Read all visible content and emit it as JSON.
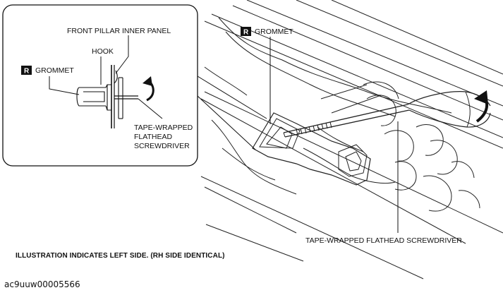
{
  "inset": {
    "front_pillar_label": "FRONT PILLAR INNER PANEL",
    "hook_label": "HOOK",
    "grommet_badge": "R",
    "grommet_label": "GROMMET",
    "screwdriver_label": [
      "TAPE-WRAPPED",
      "FLATHEAD",
      "SCREWDRIVER"
    ]
  },
  "main": {
    "grommet_badge": "R",
    "grommet_label": "GROMMET",
    "screwdriver_label": "TAPE-WRAPPED FLATHEAD SCREWDRIVER"
  },
  "caption": "ILLUSTRATION INDICATES LEFT SIDE. (RH SIDE IDENTICAL)",
  "figure_id": "ac9uuw00005566",
  "colors": {
    "ink": "#111111",
    "badge_bg": "#111111",
    "badge_text": "#ffffff"
  }
}
